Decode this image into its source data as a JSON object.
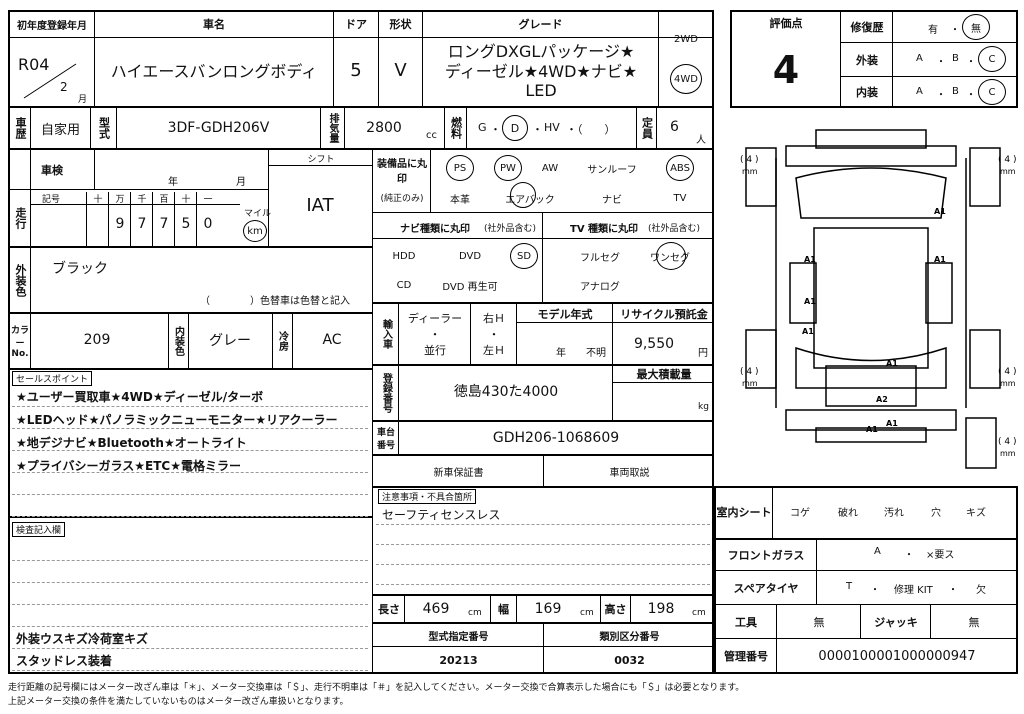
{
  "header": {
    "first_reg_label": "初年度登録年月",
    "first_reg_year": "R04",
    "first_reg_month": "2",
    "first_reg_month_unit": "月",
    "car_name_label": "車名",
    "car_name": "ハイエースバンロングボディ",
    "doors_label": "ドア",
    "doors": "5",
    "shape_label": "形状",
    "shape": "V",
    "grade_label": "グレード",
    "grade_line1": "ロングDXGLパッケージ★",
    "grade_line2": "ディーゼル★4WD★ナビ★",
    "grade_line3": "LED",
    "drive_2wd": "2WD",
    "drive_4wd": "4WD"
  },
  "eval": {
    "score_label": "評価点",
    "score": "4",
    "repair_label": "修復歴",
    "repair_yes": "有",
    "repair_sep": "・",
    "repair_no": "無",
    "exterior_label": "外装",
    "interior_label": "内装",
    "grade_a": "A",
    "grade_b": "B",
    "grade_c": "C",
    "dot": "・"
  },
  "row2": {
    "usage_label": "車歴",
    "usage": "自家用",
    "model_label": "型式",
    "model": "3DF-GDH206V",
    "disp_label": "排気量",
    "disp": "2800",
    "disp_unit": "cc",
    "fuel_label": "燃料",
    "fuel_g": "G",
    "fuel_d": "D",
    "fuel_hv": "HV",
    "fuel_paren": "・（　　）",
    "cap_label": "定員",
    "cap": "6",
    "cap_unit": "人"
  },
  "inspection": {
    "label": "車検",
    "year": "年",
    "month": "月",
    "shift_label": "シフト",
    "shift": "IAT"
  },
  "mileage": {
    "label": "走行",
    "sign_label": "記号",
    "units": [
      "十",
      "万",
      "千",
      "百",
      "十",
      "一"
    ],
    "digits": [
      "",
      "9",
      "7",
      "7",
      "5",
      "0"
    ],
    "mile": "マイル",
    "km": "km"
  },
  "ext_color": {
    "label": "外装色",
    "value": "ブラック",
    "note": "（　　　　）色替車は色替と記入"
  },
  "color_no": {
    "label": "カラーNo.",
    "value": "209",
    "int_label": "内装色",
    "int_value": "グレー",
    "ac_label": "冷房",
    "ac": "AC"
  },
  "equipment": {
    "label": "装備品に丸印",
    "sub": "(純正のみ)",
    "row1": [
      "PS",
      "PW",
      "AW",
      "サンルーフ",
      "ABS"
    ],
    "row2": [
      "本革",
      "エアバック",
      "ナビ",
      "TV"
    ]
  },
  "nav": {
    "label": "ナビ種類に丸印",
    "sub": "(社外品含む)",
    "items": [
      "HDD",
      "DVD",
      "SD",
      "CD",
      "DVD 再生可"
    ]
  },
  "tv": {
    "label": "TV 種類に丸印",
    "sub": "(社外品含む)",
    "items": [
      "フルセグ",
      "ワンセグ",
      "アナログ"
    ]
  },
  "import": {
    "label": "輸入車",
    "dealer": "ディーラー",
    "parallel": "並行",
    "rh": "右Ｈ",
    "lh": "左Ｈ",
    "dot": "・"
  },
  "model_year": {
    "label": "モデル年式",
    "year": "年",
    "unknown": "不明"
  },
  "recycle": {
    "label": "リサイクル預託金",
    "value": "9,550",
    "unit": "円"
  },
  "plate": {
    "label": "登録番号",
    "value": "徳島430た4000"
  },
  "max_load": {
    "label": "最大積載量",
    "unit": "kg"
  },
  "chassis": {
    "label": "車台番号",
    "value": "GDH206-1068609"
  },
  "docs": {
    "warranty": "新車保証書",
    "manual": "車両取説"
  },
  "notes": {
    "label": "注意事項・不具合箇所",
    "value": "セーフティセンスレス"
  },
  "sales": {
    "label": "セールスポイント",
    "lines": [
      "★ユーザー買取車★4WD★ディーゼル/ターボ",
      "★LEDヘッド★パノラミックニューモニター★リアクーラー",
      "★地デジナビ★Bluetooth★オートライト",
      "★プライバシーガラス★ETC★電格ミラー"
    ]
  },
  "inspector": {
    "label": "検査記入欄",
    "lines": [
      "外装ウスキズ冷荷室キズ",
      "スタッドレス装着"
    ]
  },
  "dims": {
    "length_label": "長さ",
    "length": "469",
    "width_label": "幅",
    "width": "169",
    "height_label": "高さ",
    "height": "198",
    "unit": "cm"
  },
  "type_no": {
    "label": "型式指定番号",
    "value": "20213"
  },
  "class_no": {
    "label": "類別区分番号",
    "value": "0032"
  },
  "interior": {
    "label": "室内シート",
    "items": [
      "コゲ",
      "破れ",
      "汚れ",
      "穴",
      "キズ"
    ]
  },
  "windshield": {
    "label": "フロントガラス",
    "a": "A",
    "dot": "・",
    "req": "×要ス"
  },
  "spare": {
    "label": "スペアタイヤ",
    "t": "T",
    "kit": "修理 KIT",
    "none": "欠",
    "dot": "・"
  },
  "tools": {
    "label": "工具",
    "value": "無",
    "jack_label": "ジャッキ",
    "jack": "無"
  },
  "mgmt": {
    "label": "管理番号",
    "value": "0000100001000000947"
  },
  "diagram": {
    "tire": "4",
    "mm": "mm",
    "marks": [
      "A1",
      "A1",
      "A1",
      "A1",
      "A1",
      "A1",
      "A2",
      "A1",
      "A1"
    ]
  },
  "footer": {
    "line1": "走行距離の記号欄にはメーター改ざん車は「＊」、メーター交換車は「＄」、走行不明車は「＃」を記入してください。メーター交換で合算表示した場合にも「＄」は必要となります。",
    "line2": "上記メーター交換の条件を満たしていないものはメーター改ざん車扱いとなります。"
  }
}
